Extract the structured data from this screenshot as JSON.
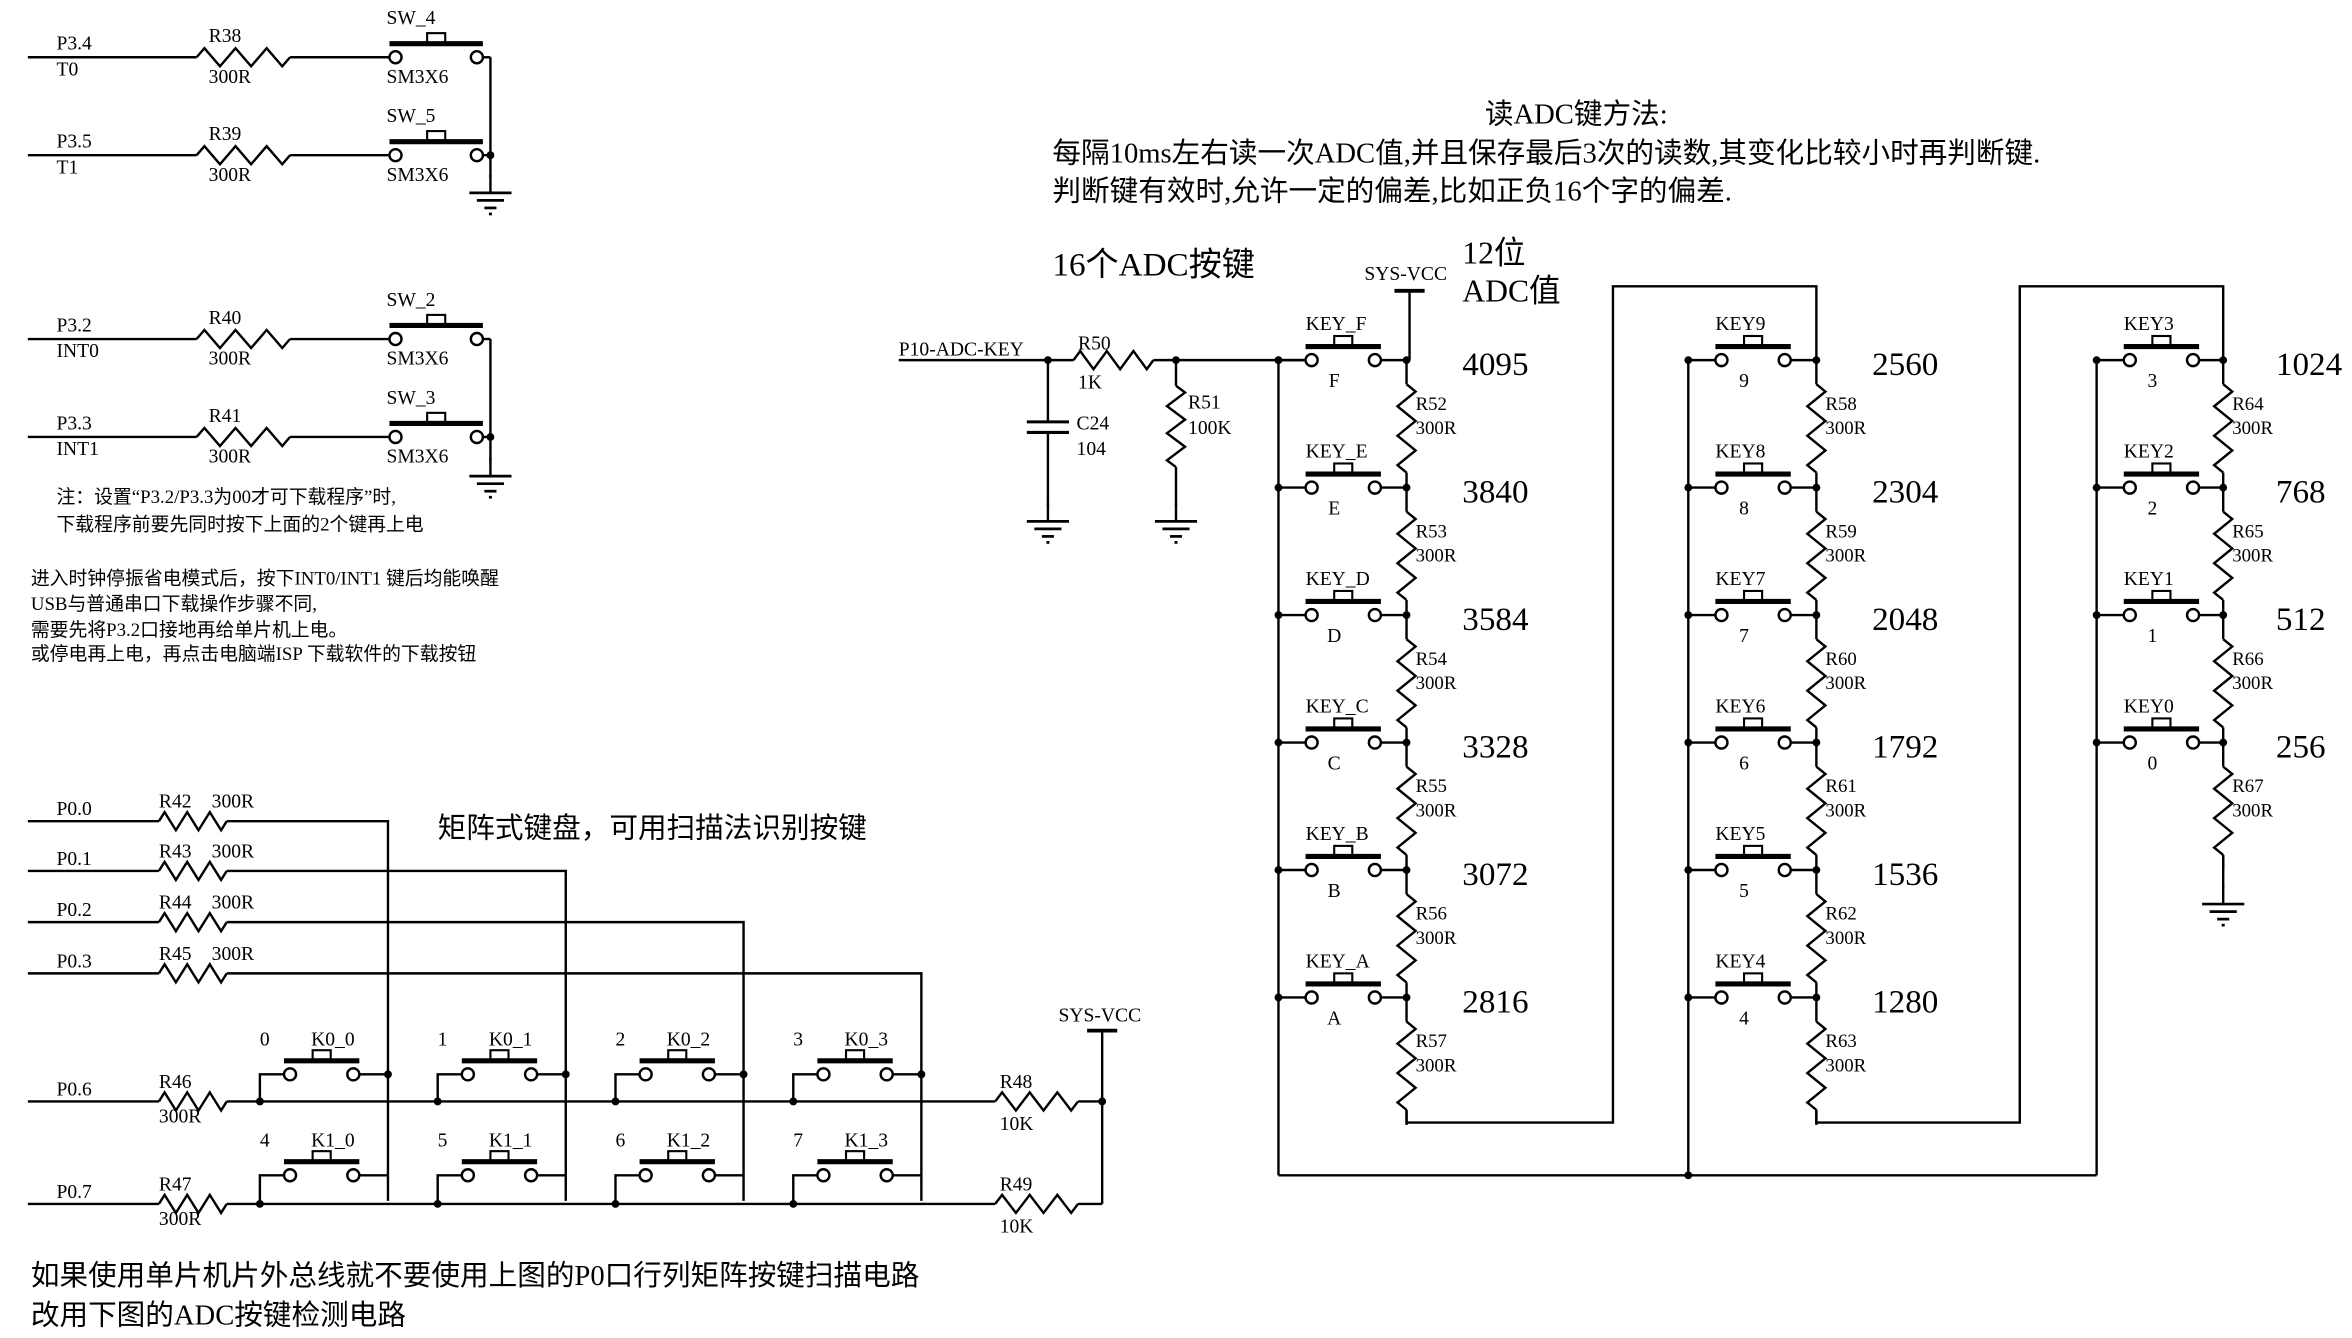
{
  "colors": {
    "wire": "#000000",
    "background": "#ffffff"
  },
  "top_switches": [
    {
      "port": "P3.4",
      "alt": "T0",
      "res": "R38",
      "res_val": "300R",
      "sw": "SW_4",
      "sw_type": "SM3X6"
    },
    {
      "port": "P3.5",
      "alt": "T1",
      "res": "R39",
      "res_val": "300R",
      "sw": "SW_5",
      "sw_type": "SM3X6"
    },
    {
      "port": "P3.2",
      "alt": "INT0",
      "res": "R40",
      "res_val": "300R",
      "sw": "SW_2",
      "sw_type": "SM3X6"
    },
    {
      "port": "P3.3",
      "alt": "INT1",
      "res": "R41",
      "res_val": "300R",
      "sw": "SW_3",
      "sw_type": "SM3X6"
    }
  ],
  "notes": {
    "note1": [
      "注：设置“P3.2/P3.3为00才可下载程序”时,",
      "下载程序前要先同时按下上面的2个键再上电"
    ],
    "note2": [
      "进入时钟停振省电模式后，按下INT0/INT1 键后均能唤醒",
      "USB与普通串口下载操作步骤不同,",
      "需要先将P3.2口接地再给单片机上电。",
      "或停电再上电，再点击电脑端ISP 下载软件的下载按钮"
    ],
    "method_title": "读ADC键方法:",
    "method_lines": [
      "每隔10ms左右读一次ADC值,并且保存最后3次的读数,其变化比较小时再判断键.",
      "判断键有效时,允许一定的偏差,比如正负16个字的偏差."
    ],
    "adc_title": "16个ADC按键",
    "adc_bits": [
      "12位",
      "ADC值"
    ],
    "matrix_title": "矩阵式键盘，可用扫描法识别按键",
    "bottom": [
      "如果使用单片机片外总线就不要使用上图的P0口行列矩阵按键扫描电路",
      "改用下图的ADC按键检测电路"
    ]
  },
  "adc": {
    "input": "P10-ADC-KEY",
    "vcc": "SYS-VCC",
    "r50": {
      "name": "R50",
      "val": "1K"
    },
    "c24": {
      "name": "C24",
      "val": "104"
    },
    "r51": {
      "name": "R51",
      "val": "100K"
    },
    "columns": [
      {
        "keys": [
          {
            "name": "KEY_F",
            "sub": "F",
            "adc": "4095",
            "res": "R52",
            "res_val": "300R"
          },
          {
            "name": "KEY_E",
            "sub": "E",
            "adc": "3840",
            "res": "R53",
            "res_val": "300R"
          },
          {
            "name": "KEY_D",
            "sub": "D",
            "adc": "3584",
            "res": "R54",
            "res_val": "300R"
          },
          {
            "name": "KEY_C",
            "sub": "C",
            "adc": "3328",
            "res": "R55",
            "res_val": "300R"
          },
          {
            "name": "KEY_B",
            "sub": "B",
            "adc": "3072",
            "res": "R56",
            "res_val": "300R"
          },
          {
            "name": "KEY_A",
            "sub": "A",
            "adc": "2816",
            "res": "R57",
            "res_val": "300R"
          }
        ]
      },
      {
        "keys": [
          {
            "name": "KEY9",
            "sub": "9",
            "adc": "2560",
            "res": "R58",
            "res_val": "300R"
          },
          {
            "name": "KEY8",
            "sub": "8",
            "adc": "2304",
            "res": "R59",
            "res_val": "300R"
          },
          {
            "name": "KEY7",
            "sub": "7",
            "adc": "2048",
            "res": "R60",
            "res_val": "300R"
          },
          {
            "name": "KEY6",
            "sub": "6",
            "adc": "1792",
            "res": "R61",
            "res_val": "300R"
          },
          {
            "name": "KEY5",
            "sub": "5",
            "adc": "1536",
            "res": "R62",
            "res_val": "300R"
          },
          {
            "name": "KEY4",
            "sub": "4",
            "adc": "1280",
            "res": "R63",
            "res_val": "300R"
          }
        ]
      },
      {
        "keys": [
          {
            "name": "KEY3",
            "sub": "3",
            "adc": "1024",
            "res": "R64",
            "res_val": "300R"
          },
          {
            "name": "KEY2",
            "sub": "2",
            "adc": "768",
            "res": "R65",
            "res_val": "300R"
          },
          {
            "name": "KEY1",
            "sub": "1",
            "adc": "512",
            "res": "R66",
            "res_val": "300R"
          },
          {
            "name": "KEY0",
            "sub": "0",
            "adc": "256",
            "res": "R67",
            "res_val": "300R"
          }
        ]
      }
    ]
  },
  "matrix": {
    "col_rows": [
      {
        "port": "P0.0",
        "res": "R42",
        "res_val": "300R"
      },
      {
        "port": "P0.1",
        "res": "R43",
        "res_val": "300R"
      },
      {
        "port": "P0.2",
        "res": "R44",
        "res_val": "300R"
      },
      {
        "port": "P0.3",
        "res": "R45",
        "res_val": "300R"
      }
    ],
    "key_rows": [
      {
        "port": "P0.6",
        "res": "R46",
        "res_val": "300R",
        "pull": "R48",
        "pull_val": "10K",
        "keys": [
          {
            "num": "0",
            "name": "K0_0"
          },
          {
            "num": "1",
            "name": "K0_1"
          },
          {
            "num": "2",
            "name": "K0_2"
          },
          {
            "num": "3",
            "name": "K0_3"
          }
        ]
      },
      {
        "port": "P0.7",
        "res": "R47",
        "res_val": "300R",
        "pull": "R49",
        "pull_val": "10K",
        "keys": [
          {
            "num": "4",
            "name": "K1_0"
          },
          {
            "num": "5",
            "name": "K1_1"
          },
          {
            "num": "6",
            "name": "K1_2"
          },
          {
            "num": "7",
            "name": "K1_3"
          }
        ]
      }
    ],
    "vcc": "SYS-VCC"
  }
}
